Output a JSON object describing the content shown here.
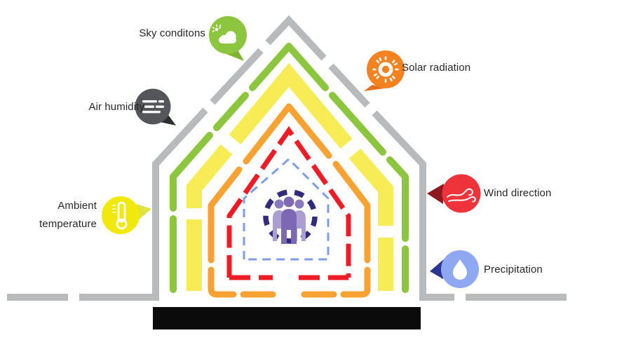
{
  "figure": {
    "description": "Nested house outlines diagram of outdoor environmental factors around building occupants",
    "background": "#ffffff"
  },
  "labels": {
    "sky": "Sky conditons",
    "solar": "Solar radiation",
    "humidity": "Air humidity",
    "ambient_line1": "Ambient",
    "ambient_line2": "temperature",
    "wind": "Wind direction",
    "precipitation": "Precipitation"
  },
  "pins": {
    "sky": {
      "label": "Sky conditons",
      "icon": "sun-cloud-icon",
      "color": "#8cc63e",
      "pointer": "#7db32f"
    },
    "solar": {
      "label": "Solar radiation",
      "icon": "sun-icon",
      "color": "#f58220",
      "pointer": "#e2711f"
    },
    "humidity": {
      "label": "Air humidity",
      "icon": "mist-lines-icon",
      "color": "#55565a",
      "pointer": "#2d2e31"
    },
    "temperature": {
      "label": "Ambient temperature",
      "icon": "thermometer-icon",
      "color": "#f1e90b",
      "pointer": "#dfe23f"
    },
    "wind": {
      "label": "Wind direction",
      "icon": "wind-swirl-icon",
      "color": "#ee333b",
      "pointer": "#8c1a1f"
    },
    "precipitation": {
      "label": "Precipitation",
      "icon": "water-drop-icon",
      "color": "#8ea9f2",
      "pointer": "#2b3693"
    }
  },
  "house_layers": [
    {
      "name": "outer-shell-and-ground",
      "color": "#b9babb"
    },
    {
      "name": "green-layer",
      "color": "#8cc63e"
    },
    {
      "name": "yellow-layer",
      "color": "#f7ec55"
    },
    {
      "name": "orange-layer",
      "color": "#f7a233"
    },
    {
      "name": "red-layer",
      "color": "#ee1c25"
    },
    {
      "name": "blue-layer",
      "color": "#7d9de8"
    },
    {
      "name": "occupant-zone-circle",
      "color": "#322b7c"
    }
  ],
  "colors": {
    "foundation": "#0b0b0b",
    "white": "#ffffff",
    "people_light": "#ab9fd1",
    "people_mid": "#8a79bd",
    "people_dark": "#7d69b3",
    "label_text": "#272727"
  }
}
